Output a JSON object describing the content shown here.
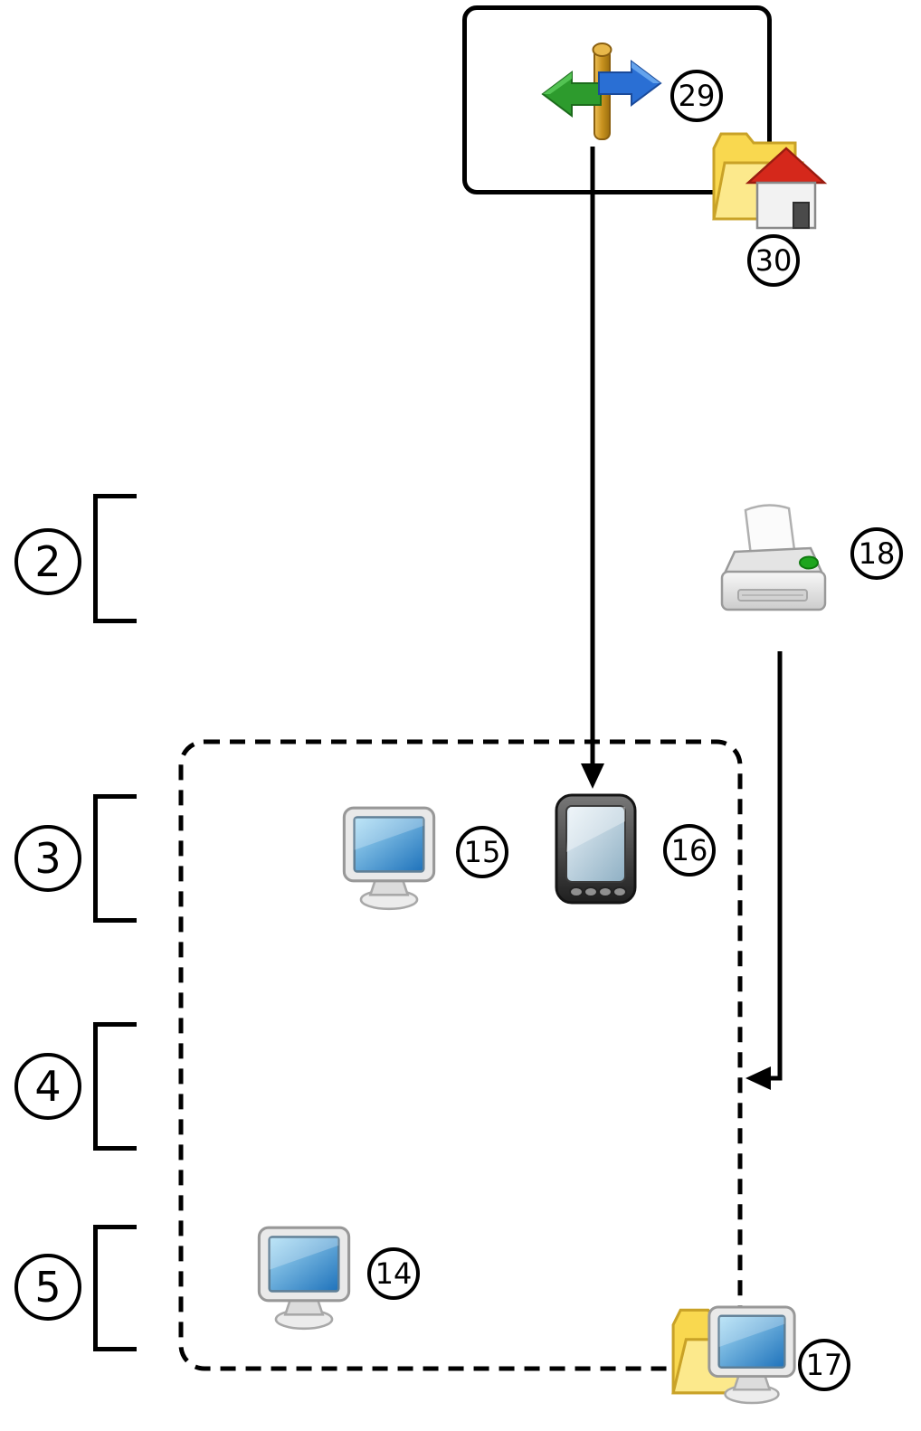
{
  "diagram": {
    "nodes": [
      {
        "id": "signpost",
        "icon": "signpost-icon",
        "label": "29"
      },
      {
        "id": "home-folder",
        "icon": "home-folder-icon",
        "label": "30"
      },
      {
        "id": "printer",
        "icon": "printer-icon",
        "label": "18"
      },
      {
        "id": "monitor-upper",
        "icon": "monitor-icon",
        "label": "15"
      },
      {
        "id": "pda",
        "icon": "pda-icon",
        "label": "16"
      },
      {
        "id": "monitor-lower",
        "icon": "monitor-icon",
        "label": "14"
      },
      {
        "id": "folder-with-monitor",
        "icon": "folder-monitor-icon",
        "label": "17"
      }
    ],
    "row_labels": [
      {
        "id": "row-2",
        "label": "2"
      },
      {
        "id": "row-3",
        "label": "3"
      },
      {
        "id": "row-4",
        "label": "4"
      },
      {
        "id": "row-5",
        "label": "5"
      }
    ],
    "regions": [
      {
        "id": "solid-box",
        "style": "solid-rounded-rectangle"
      },
      {
        "id": "dashed-region",
        "style": "dashed-rounded-rectangle"
      }
    ],
    "connections": [
      {
        "from": "signpost",
        "to": "pda",
        "style": "solid",
        "arrow": "down"
      },
      {
        "from": "printer",
        "to": "dashed-region",
        "style": "solid",
        "arrow": "left"
      }
    ],
    "colors": {
      "line": "#000000",
      "folder_yellow": "#f9d84f",
      "folder_yellow_light": "#fce98c",
      "roof_red": "#d5281b",
      "screen_blue_dark": "#1e72bb",
      "screen_blue_light": "#a8ddf5",
      "sign_green": "#2d9b2d",
      "sign_blue": "#2a6fd4",
      "post_gold": "#c8921f",
      "led_green": "#1ea51e"
    }
  }
}
